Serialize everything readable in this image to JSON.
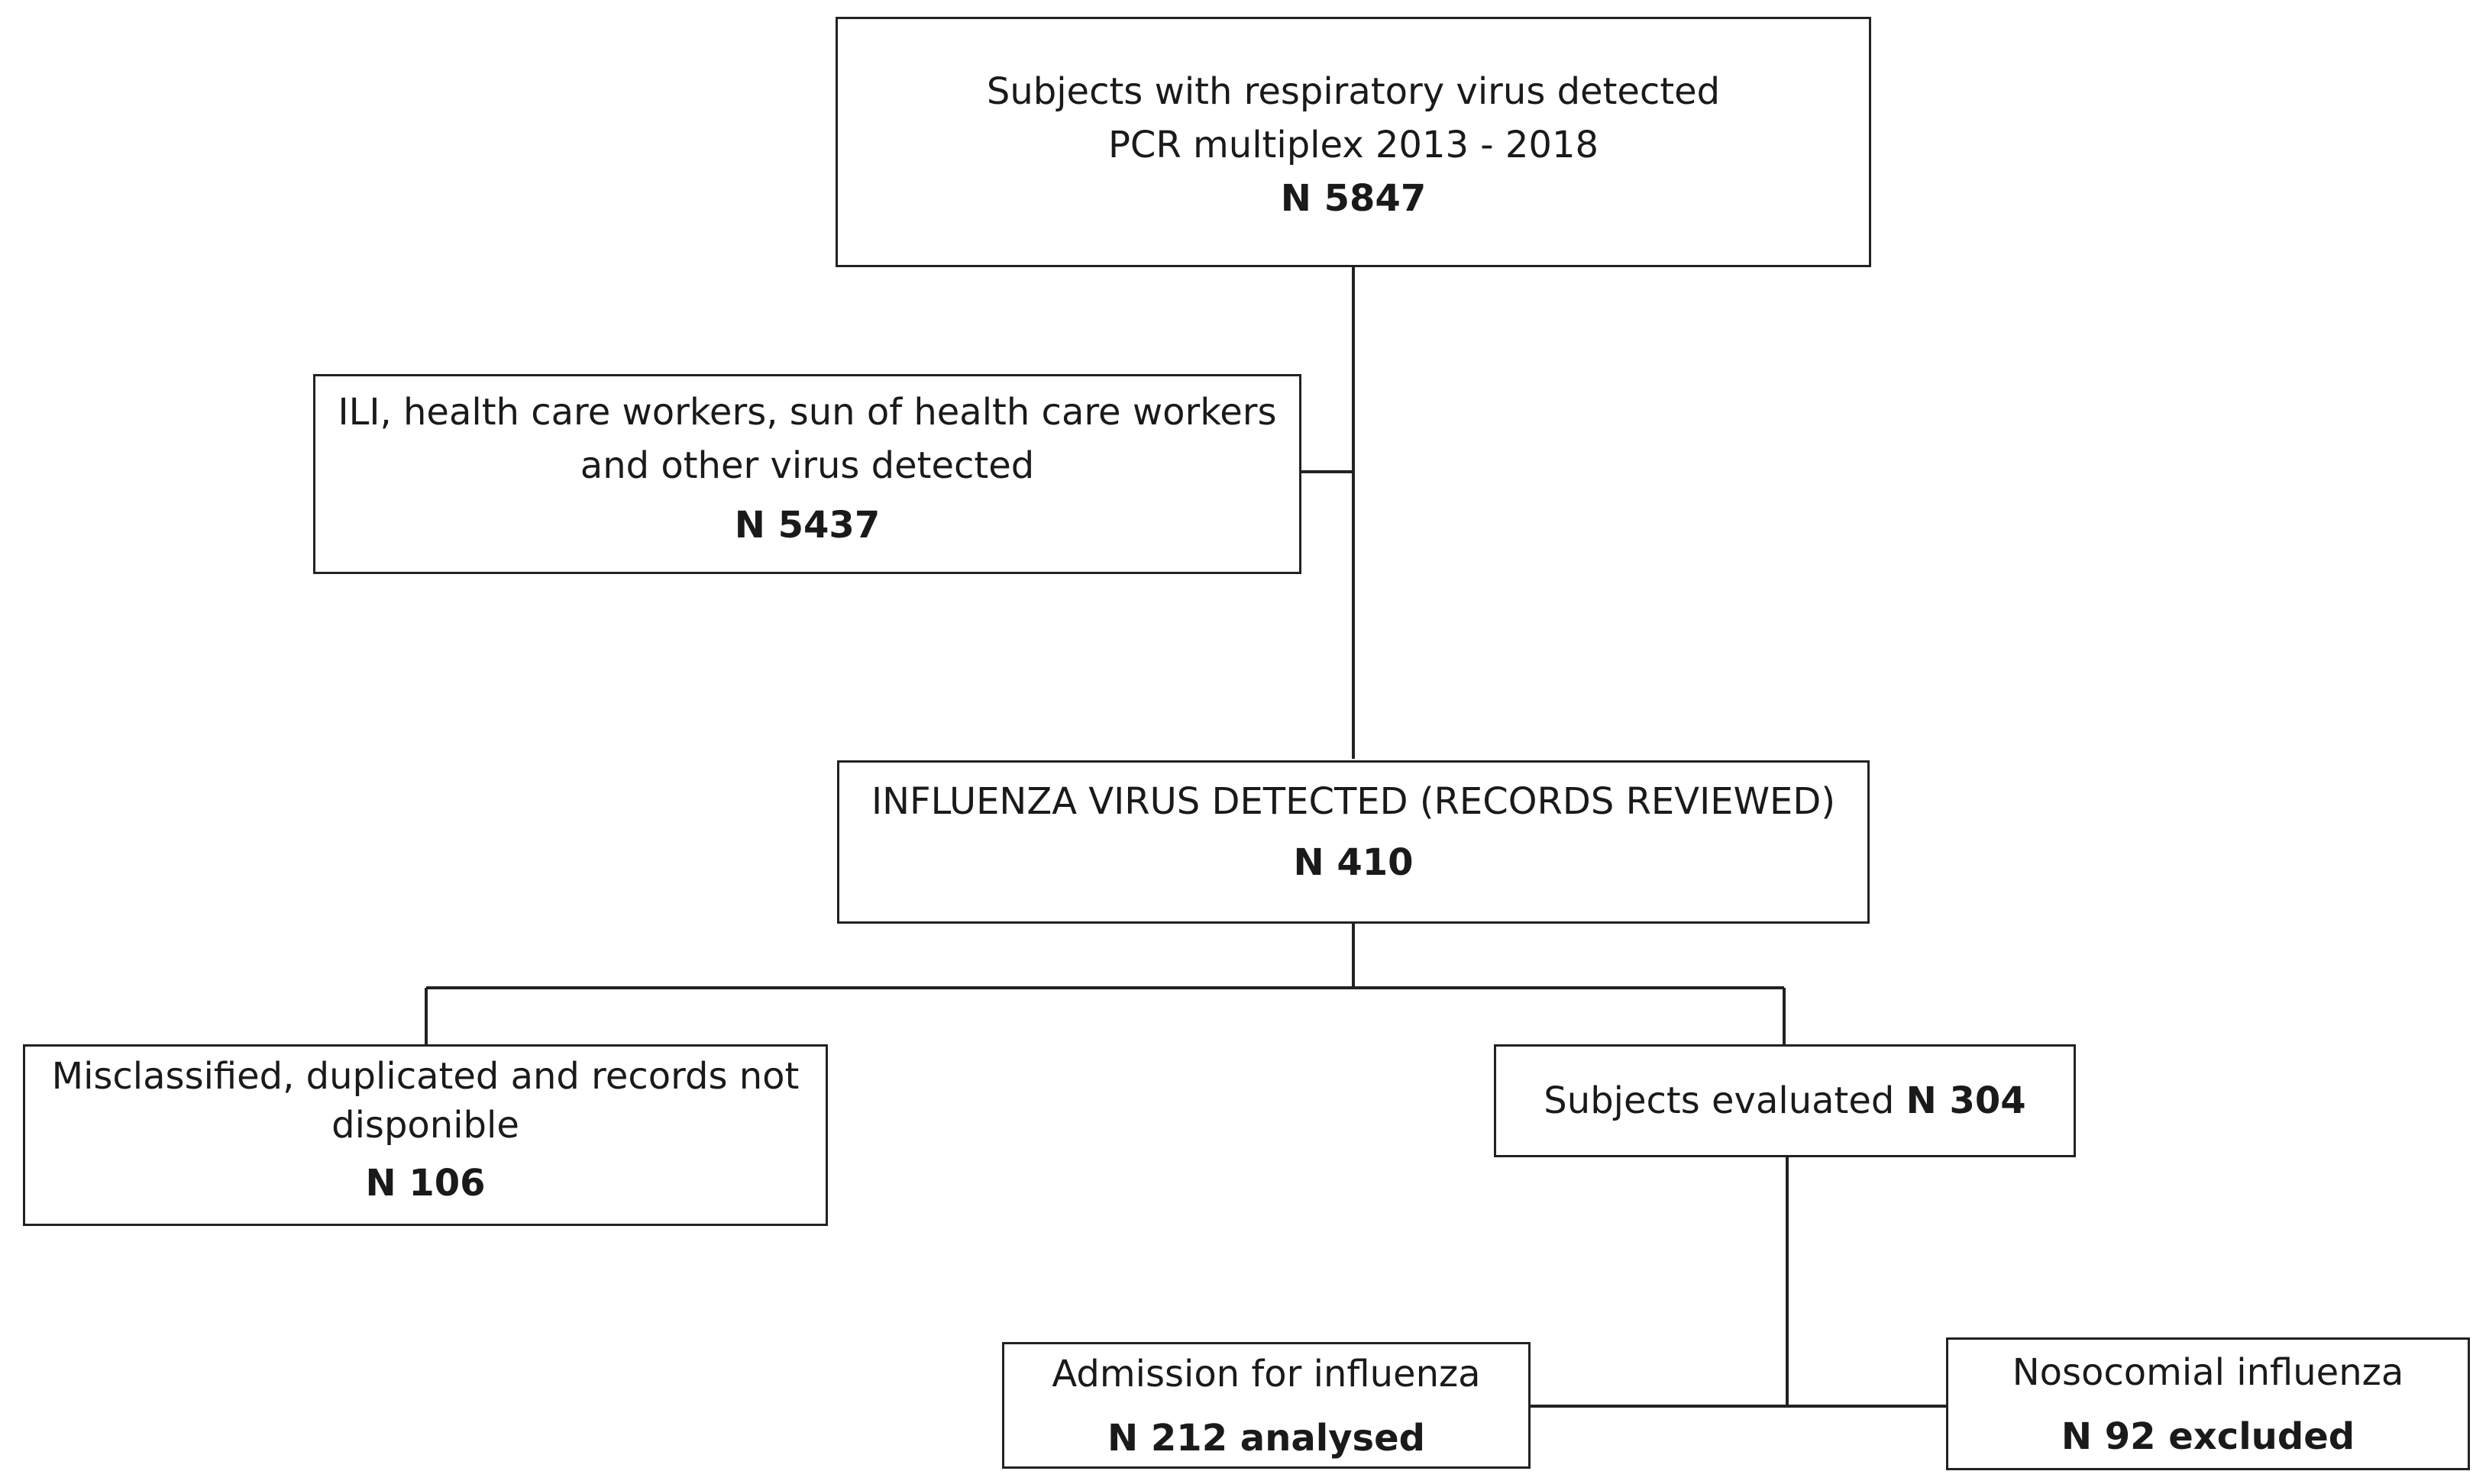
{
  "boxes": {
    "root": {
      "line1": "Subjects  with respiratory virus detected",
      "line2": "PCR multiplex 2013 - 2018",
      "count": "N 5847"
    },
    "excluded_ili": {
      "line1": "ILI, health care  workers, sun of health care workers",
      "line2": "and other virus detected",
      "count": "N 5437"
    },
    "influenza": {
      "line1": "INFLUENZA VIRUS DETECTED (RECORDS REVIEWED)",
      "count": "N 410"
    },
    "misclassified": {
      "line1": "Misclassified, duplicated and records not",
      "line2": "disponible",
      "count": "N 106"
    },
    "evaluated": {
      "label": "Subjects evaluated ",
      "count": "N 304"
    },
    "admission": {
      "line1": "Admission for influenza",
      "count": "N 212 analysed"
    },
    "nosocomial": {
      "line1": "Nosocomial influenza",
      "count": "N 92 excluded"
    }
  }
}
